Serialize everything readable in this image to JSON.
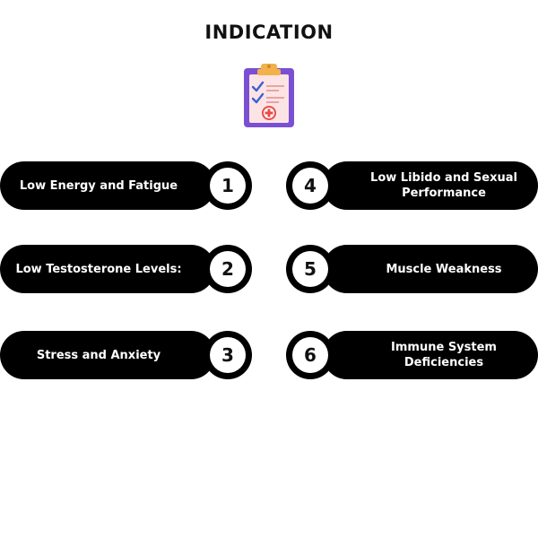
{
  "title": "INDICATION",
  "icon": "clipboard-checklist-icon",
  "colors": {
    "pill": "#000000",
    "circle_fill": "#ffffff",
    "clipboard_board": "#7b4fd3",
    "clipboard_paper": "#fde4e4",
    "clipboard_clip": "#f3b14a",
    "check": "#3b5fd9",
    "cross_badge": "#e94b4b"
  },
  "items": [
    {
      "number": "1",
      "label": "Low Energy and Fatigue"
    },
    {
      "number": "2",
      "label": "Low Testosterone Levels:"
    },
    {
      "number": "3",
      "label": "Stress and Anxiety"
    },
    {
      "number": "4",
      "label": "Low Libido and Sexual Performance"
    },
    {
      "number": "5",
      "label": "Muscle Weakness"
    },
    {
      "number": "6",
      "label": "Immune System Deficiencies"
    }
  ]
}
